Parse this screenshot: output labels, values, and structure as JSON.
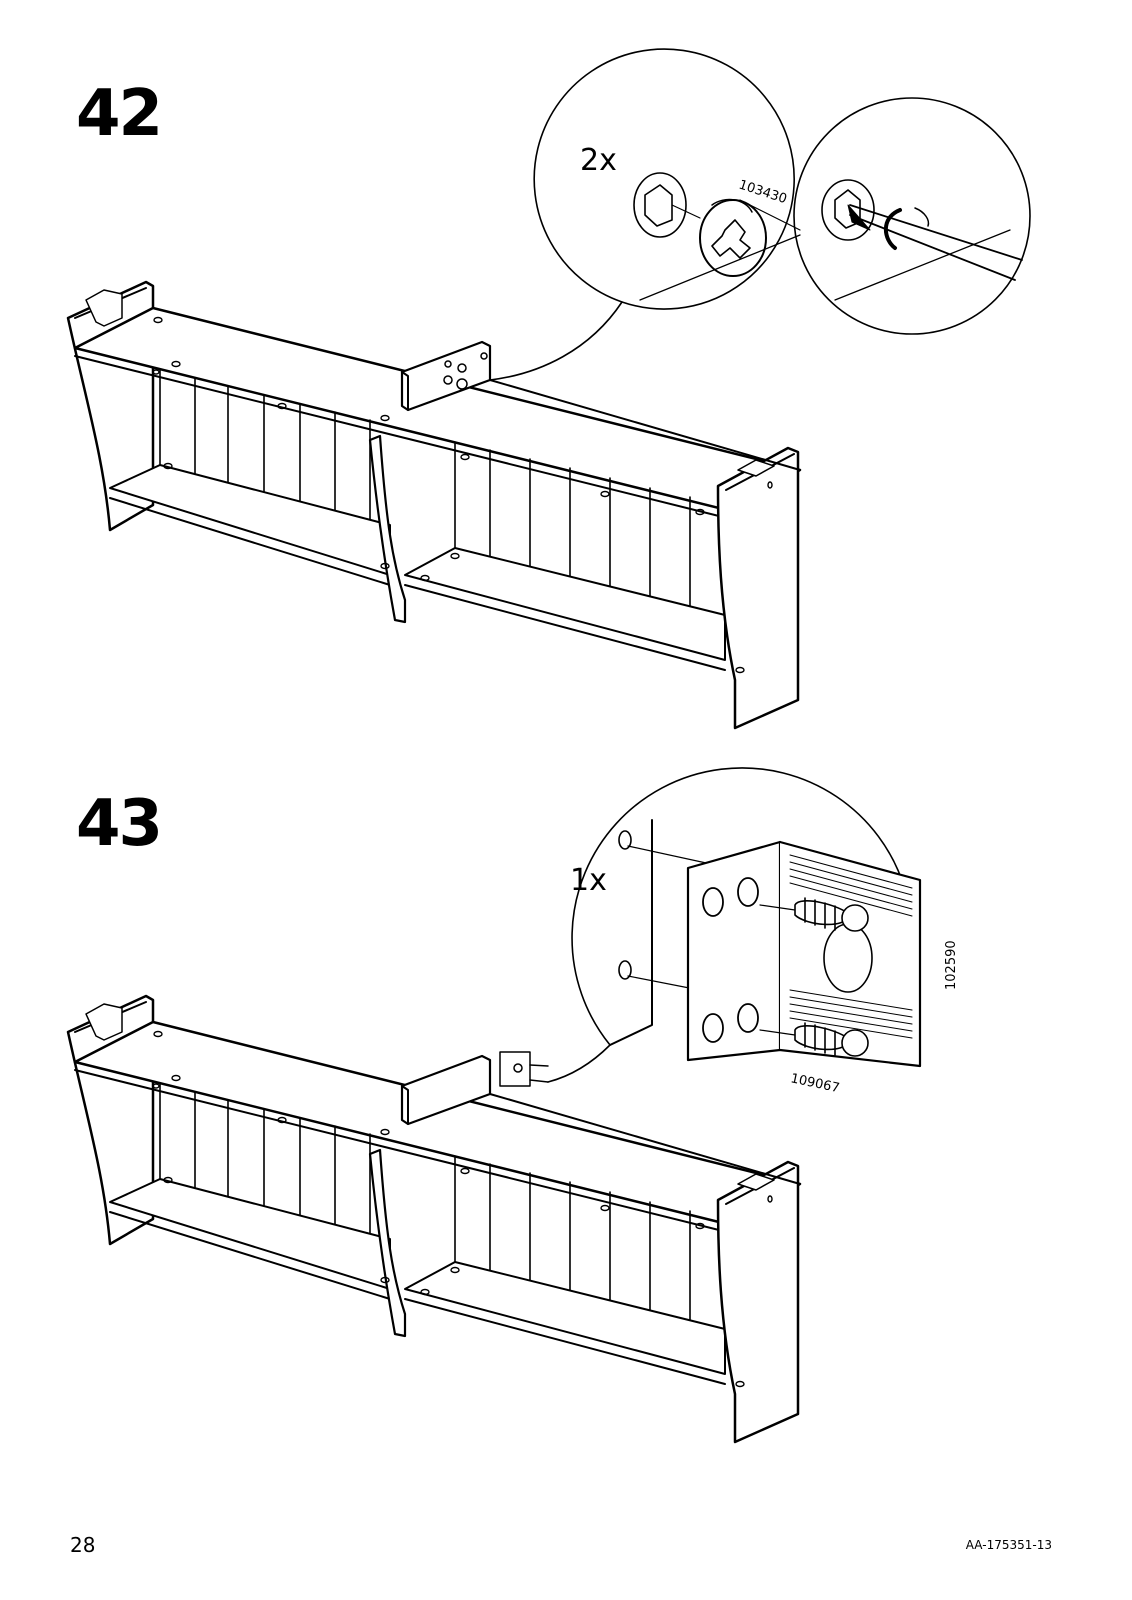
{
  "page_number": "28",
  "document_code": "AA-175351-13",
  "steps": [
    {
      "number": "42",
      "quantity": "2x",
      "part_number": "103430"
    },
    {
      "number": "43",
      "quantity": "1x",
      "part_numbers": [
        "102590",
        "109067"
      ]
    }
  ]
}
